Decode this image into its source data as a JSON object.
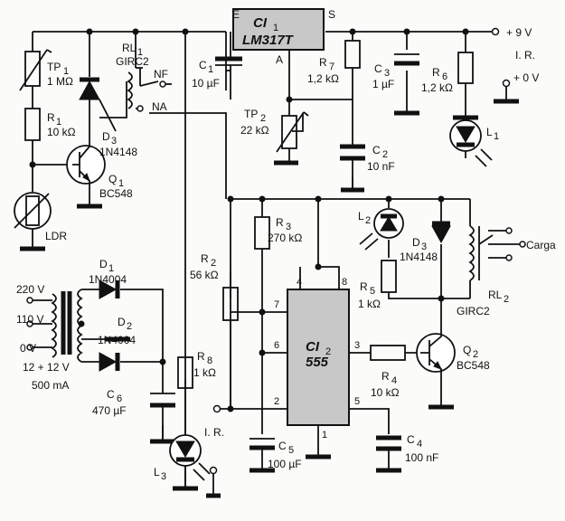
{
  "regulator": {
    "name": "CI",
    "sub": "1",
    "part": "LM317T",
    "pin_e": "E",
    "pin_s": "S",
    "pin_a": "A"
  },
  "timer": {
    "name": "CI",
    "sub": "2",
    "part": "555",
    "pins": [
      "4",
      "8",
      "7",
      "6",
      "3",
      "2",
      "5",
      "1"
    ]
  },
  "power": {
    "vplus": "+ 9 V",
    "vzero": "+ 0 V",
    "ir": "I. R."
  },
  "relay1": {
    "name": "RL",
    "sub": "1",
    "model": "GIRC2",
    "nf": "NF",
    "na": "NA"
  },
  "relay2": {
    "name": "RL",
    "sub": "2",
    "model": "GIRC2",
    "load": "Carga"
  },
  "components": {
    "tp1": {
      "name": "TP",
      "sub": "1",
      "value": "1 MΩ"
    },
    "r1": {
      "name": "R",
      "sub": "1",
      "value": "10 kΩ"
    },
    "d3a": {
      "name": "D",
      "sub": "3",
      "value": "1N4148"
    },
    "q1": {
      "name": "Q",
      "sub": "1",
      "value": "BC548"
    },
    "ldr": {
      "name": "LDR"
    },
    "c1": {
      "name": "C",
      "sub": "1",
      "value": "10 µF"
    },
    "r7": {
      "name": "R",
      "sub": "7",
      "value": "1,2 kΩ"
    },
    "c3": {
      "name": "C",
      "sub": "3",
      "value": "1 µF"
    },
    "r6": {
      "name": "R",
      "sub": "6",
      "value": "1,2 kΩ"
    },
    "tp2": {
      "name": "TP",
      "sub": "2",
      "value": "22 kΩ"
    },
    "c2": {
      "name": "C",
      "sub": "2",
      "value": "10 nF"
    },
    "l1": {
      "name": "L",
      "sub": "1"
    },
    "r3": {
      "name": "R",
      "sub": "3",
      "value": "270 kΩ"
    },
    "l2": {
      "name": "L",
      "sub": "2"
    },
    "d3b": {
      "name": "D",
      "sub": "3",
      "value": "1N4148"
    },
    "r2": {
      "name": "R",
      "sub": "2",
      "value": "56 kΩ"
    },
    "r5": {
      "name": "R",
      "sub": "5",
      "value": "1 kΩ"
    },
    "d1": {
      "name": "D",
      "sub": "1",
      "value": "1N4004"
    },
    "d2": {
      "name": "D",
      "sub": "2",
      "value": "1N4004"
    },
    "q2": {
      "name": "Q",
      "sub": "2",
      "value": "BC548"
    },
    "r4": {
      "name": "R",
      "sub": "4",
      "value": "10 kΩ"
    },
    "r8": {
      "name": "R",
      "sub": "8",
      "value": "1 kΩ"
    },
    "c6": {
      "name": "C",
      "sub": "6",
      "value": "470 µF"
    },
    "c5": {
      "name": "C",
      "sub": "5",
      "value": "100 µF"
    },
    "c4": {
      "name": "C",
      "sub": "4",
      "value": "100 nF"
    },
    "l3": {
      "name": "L",
      "sub": "3"
    }
  },
  "transformer": {
    "tap_220": "220 V",
    "tap_110": "110 V",
    "tap_0": "0 V",
    "rating": "12 + 12 V",
    "current": "500 mA"
  }
}
